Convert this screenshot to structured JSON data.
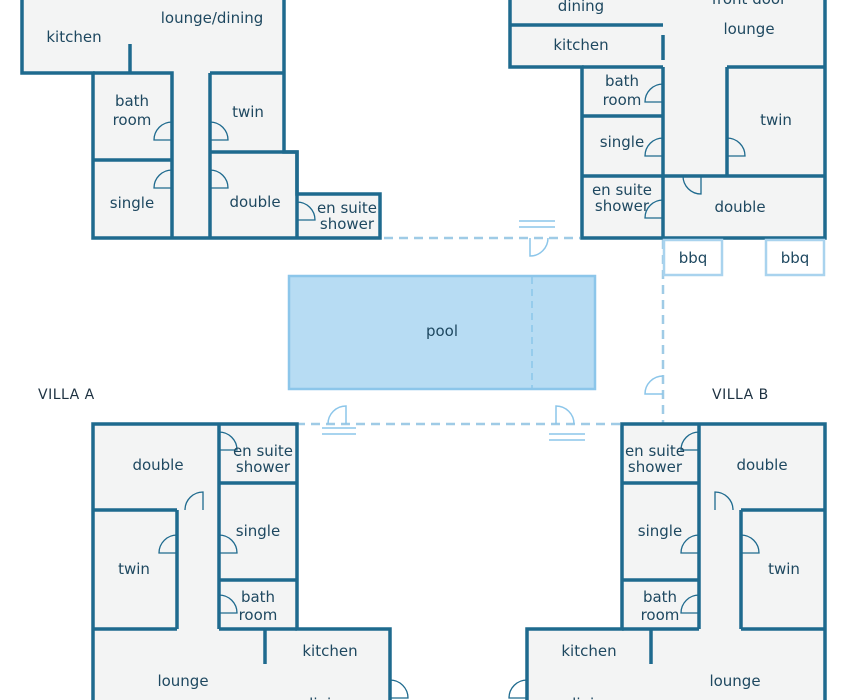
{
  "colors": {
    "wall": "#1e6a8e",
    "floor": "#f3f4f4",
    "pool_fill": "#b7dcf3",
    "pool_edge": "#8cc6ea",
    "dashed_line": "#9fcbe6",
    "bbq_edge": "#a9d3ee",
    "text": "#1e4860"
  },
  "villas": {
    "a": {
      "name": "VILLA A"
    },
    "b": {
      "name": "VILLA B"
    }
  },
  "pool": {
    "label": "pool"
  },
  "top_left": {
    "kitchen": "kitchen",
    "lounge_dining": "lounge/dining",
    "bath": [
      "bath",
      "room"
    ],
    "twin": "twin",
    "single": "single",
    "double": "double",
    "ensuite": [
      "en suite",
      "shower"
    ]
  },
  "top_right": {
    "dining": "dining",
    "front_door": "front door",
    "lounge": "lounge",
    "kitchen": "kitchen",
    "bath": [
      "bath",
      "room"
    ],
    "twin": "twin",
    "single": "single",
    "ensuite": [
      "en suite",
      "shower"
    ],
    "double": "double",
    "bbq1": "bbq",
    "bbq2": "bbq"
  },
  "bottom_left": {
    "double": "double",
    "ensuite": [
      "en suite",
      "shower"
    ],
    "single": "single",
    "twin": "twin",
    "bath": [
      "bath",
      "room"
    ],
    "kitchen": "kitchen",
    "lounge": "lounge",
    "dining": "dining"
  },
  "bottom_right": {
    "ensuite": [
      "en suite",
      "shower"
    ],
    "double": "double",
    "single": "single",
    "twin": "twin",
    "bath": [
      "bath",
      "room"
    ],
    "kitchen": "kitchen",
    "lounge": "lounge",
    "dining": "dining"
  }
}
